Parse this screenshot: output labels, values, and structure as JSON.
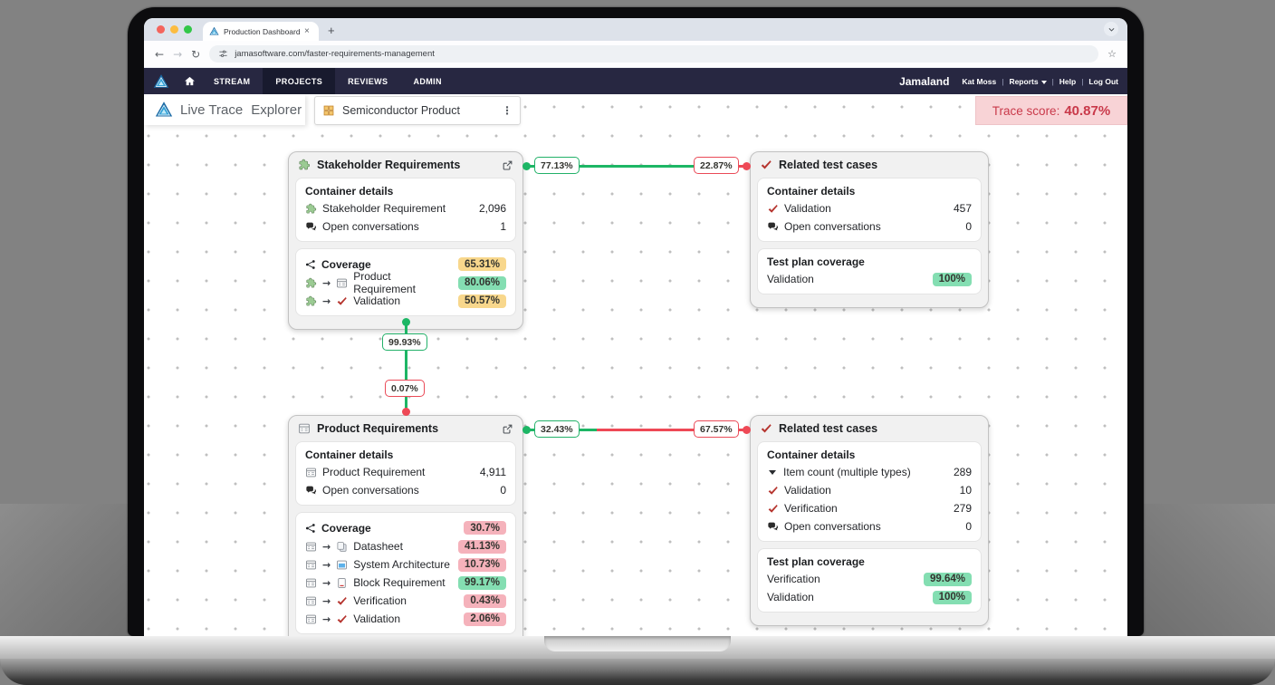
{
  "browser": {
    "tab_title": "Production Dashboard",
    "url": "jamasoftware.com/faster-requirements-management"
  },
  "nav": {
    "items": [
      "STREAM",
      "PROJECTS",
      "REVIEWS",
      "ADMIN"
    ],
    "brand": "Jamaland",
    "user": "Kat Moss",
    "reports": "Reports",
    "help": "Help",
    "logout": "Log Out"
  },
  "header": {
    "app_title_1": "Live Trace",
    "app_title_2": "Explorer",
    "project": "Semiconductor Product",
    "trace_label": "Trace score:",
    "trace_value": "40.87%"
  },
  "cards": {
    "stakeholder": {
      "title": "Stakeholder Requirements",
      "title_icon": "puzzle-icon",
      "container_heading": "Container details",
      "detail_rows": [
        {
          "icon": "puzzle-icon",
          "label": "Stakeholder Requirement",
          "value": "2,096"
        },
        {
          "icon": "conversations-icon",
          "label": "Open conversations",
          "value": "1"
        }
      ],
      "coverage_heading": "Coverage",
      "coverage_total": "65.31%",
      "coverage_rows": [
        {
          "from": "puzzle-icon",
          "to": "product-requirement-icon",
          "label": "Product Requirement",
          "value": "80.06%"
        },
        {
          "from": "puzzle-icon",
          "to": "validation-check-icon",
          "label": "Validation",
          "value": "50.57%"
        }
      ]
    },
    "related_top": {
      "title": "Related test cases",
      "title_icon": "check-icon",
      "container_heading": "Container details",
      "detail_rows": [
        {
          "icon": "check-icon",
          "label": "Validation",
          "value": "457"
        },
        {
          "icon": "conversations-icon",
          "label": "Open conversations",
          "value": "0"
        }
      ],
      "test_plan_heading": "Test plan coverage",
      "test_plan_rows": [
        {
          "label": "Validation",
          "value": "100%"
        }
      ]
    },
    "product": {
      "title": "Product Requirements",
      "title_icon": "spreadsheet-icon",
      "container_heading": "Container details",
      "detail_rows": [
        {
          "icon": "spreadsheet-icon",
          "label": "Product Requirement",
          "value": "4,911"
        },
        {
          "icon": "conversations-icon",
          "label": "Open conversations",
          "value": "0"
        }
      ],
      "coverage_heading": "Coverage",
      "coverage_total": "30.7%",
      "coverage_rows": [
        {
          "from": "spreadsheet-icon",
          "to": "datasheet-icon",
          "label": "Datasheet",
          "value": "41.13%"
        },
        {
          "from": "spreadsheet-icon",
          "to": "system-architecture-icon",
          "label": "System Architecture",
          "value": "10.73%"
        },
        {
          "from": "spreadsheet-icon",
          "to": "block-requirement-icon",
          "label": "Block Requirement",
          "value": "99.17%"
        },
        {
          "from": "spreadsheet-icon",
          "to": "verification-check-icon",
          "label": "Verification",
          "value": "0.43%"
        },
        {
          "from": "spreadsheet-icon",
          "to": "validation-check-icon",
          "label": "Validation",
          "value": "2.06%"
        }
      ]
    },
    "related_bottom": {
      "title": "Related test cases",
      "title_icon": "check-icon",
      "container_heading": "Container details",
      "detail_rows": [
        {
          "icon": "dropdown-icon",
          "label": "Item count (multiple types)",
          "value": "289"
        },
        {
          "icon": "check-icon",
          "label": "Validation",
          "value": "10"
        },
        {
          "icon": "check-icon",
          "label": "Verification",
          "value": "279"
        },
        {
          "icon": "conversations-icon",
          "label": "Open conversations",
          "value": "0"
        }
      ],
      "test_plan_heading": "Test plan coverage",
      "test_plan_rows": [
        {
          "label": "Verification",
          "value": "99.64%"
        },
        {
          "label": "Validation",
          "value": "100%"
        }
      ]
    }
  },
  "connectors": {
    "top_left": "77.13%",
    "top_right": "22.87%",
    "vertical_top": "99.93%",
    "vertical_bottom": "0.07%",
    "mid_left": "32.43%",
    "mid_right": "67.57%"
  },
  "colors": {
    "accent_green": "#1db665",
    "accent_red": "#ee4956",
    "badge_green": "#84deb2",
    "badge_yellow": "#f8d78c",
    "badge_pink": "#f5b2bb",
    "navbar_bg": "#272741",
    "trace_bg": "#f8d3d6",
    "trace_text": "#c9394a"
  }
}
